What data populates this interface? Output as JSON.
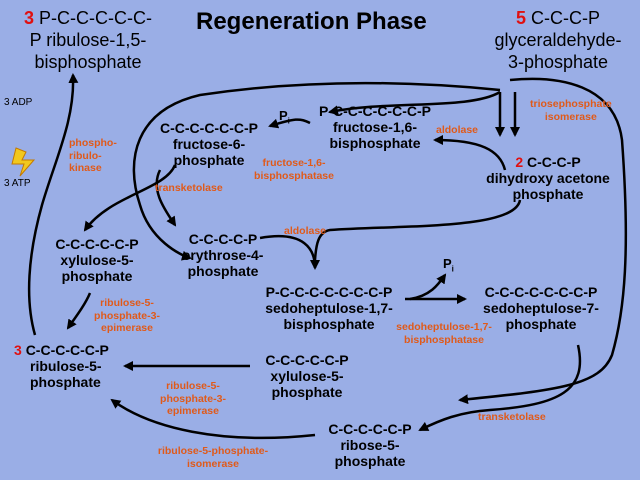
{
  "title": "Regeneration Phase",
  "colors": {
    "background": "#9aaee6",
    "arrow": "#000000",
    "enzyme": "#e05a1a",
    "count": "#e01010",
    "lightning": "#f2c81e"
  },
  "icons": {
    "energy": "lightning-bolt-icon"
  },
  "molecules": {
    "rubp": {
      "count": "3",
      "line1": "P-C-C-C-C-C-",
      "line2": "P ribulose-1,5-",
      "line3": "bisphosphate"
    },
    "g3p": {
      "count": "5",
      "line1": "C-C-C-P",
      "line2": "glyceraldehyde-",
      "line3": "3-phosphate"
    },
    "dhap": {
      "count": "2",
      "line1": "C-C-C-P",
      "line2": "dihydroxy acetone",
      "line3": "phosphate"
    },
    "fbp": {
      "line1": "P-C-C-C-C-C-C-P",
      "line2": "fructose-1,6-",
      "line3": "bisphosphate"
    },
    "f6p": {
      "line1": "C-C-C-C-C-C-P",
      "line2": "fructose-6-",
      "line3": "phosphate"
    },
    "xu5p_a": {
      "line1": "C-C-C-C-C-P",
      "line2": "xylulose-5-",
      "line3": "phosphate"
    },
    "e4p": {
      "line1": "C-C-C-C-P",
      "line2": "erythrose-4-",
      "line3": "phosphate"
    },
    "sbp": {
      "line1": "P-C-C-C-C-C-C-C-P",
      "line2": "sedoheptulose-1,7-",
      "line3": "bisphosphate"
    },
    "s7p": {
      "line1": "C-C-C-C-C-C-C-P",
      "line2": "sedoheptulose-7-",
      "line3": "phosphate"
    },
    "ru5p": {
      "count": "3",
      "line1": "C-C-C-C-C-P",
      "line2": "ribulose-5-",
      "line3": "phosphate"
    },
    "xu5p_b": {
      "line1": "C-C-C-C-C-P",
      "line2": "xylulose-5-",
      "line3": "phosphate"
    },
    "r5p": {
      "line1": "C-C-C-C-C-P",
      "line2": "ribose-5-",
      "line3": "phosphate"
    }
  },
  "enzymes": {
    "phosphoribulokinase": [
      "phospho-",
      "ribulo-",
      "kinase"
    ],
    "triosephosphate_isomerase": [
      "triosephosphate",
      "isomerase"
    ],
    "aldolase_1": [
      "aldolase"
    ],
    "aldolase_2": [
      "aldolase"
    ],
    "fbpase": [
      "fructose-1,6-",
      "bisphosphatase"
    ],
    "transketolase_1": [
      "transketolase"
    ],
    "transketolase_2": [
      "transketolase"
    ],
    "epimerase_1": [
      "ribulose-5-",
      "phosphate-3-",
      "epimerase"
    ],
    "epimerase_2": [
      "ribulose-5-",
      "phosphate-3-",
      "epimerase"
    ],
    "sbpase": [
      "sedoheptulose-1,7-",
      "bisphosphatase"
    ],
    "r5p_isomerase": [
      "ribulose-5-phosphate-",
      "isomerase"
    ]
  },
  "cofactors": {
    "adp": "3 ADP",
    "atp": "3 ATP",
    "pi": "P",
    "pi_sub": "i"
  }
}
